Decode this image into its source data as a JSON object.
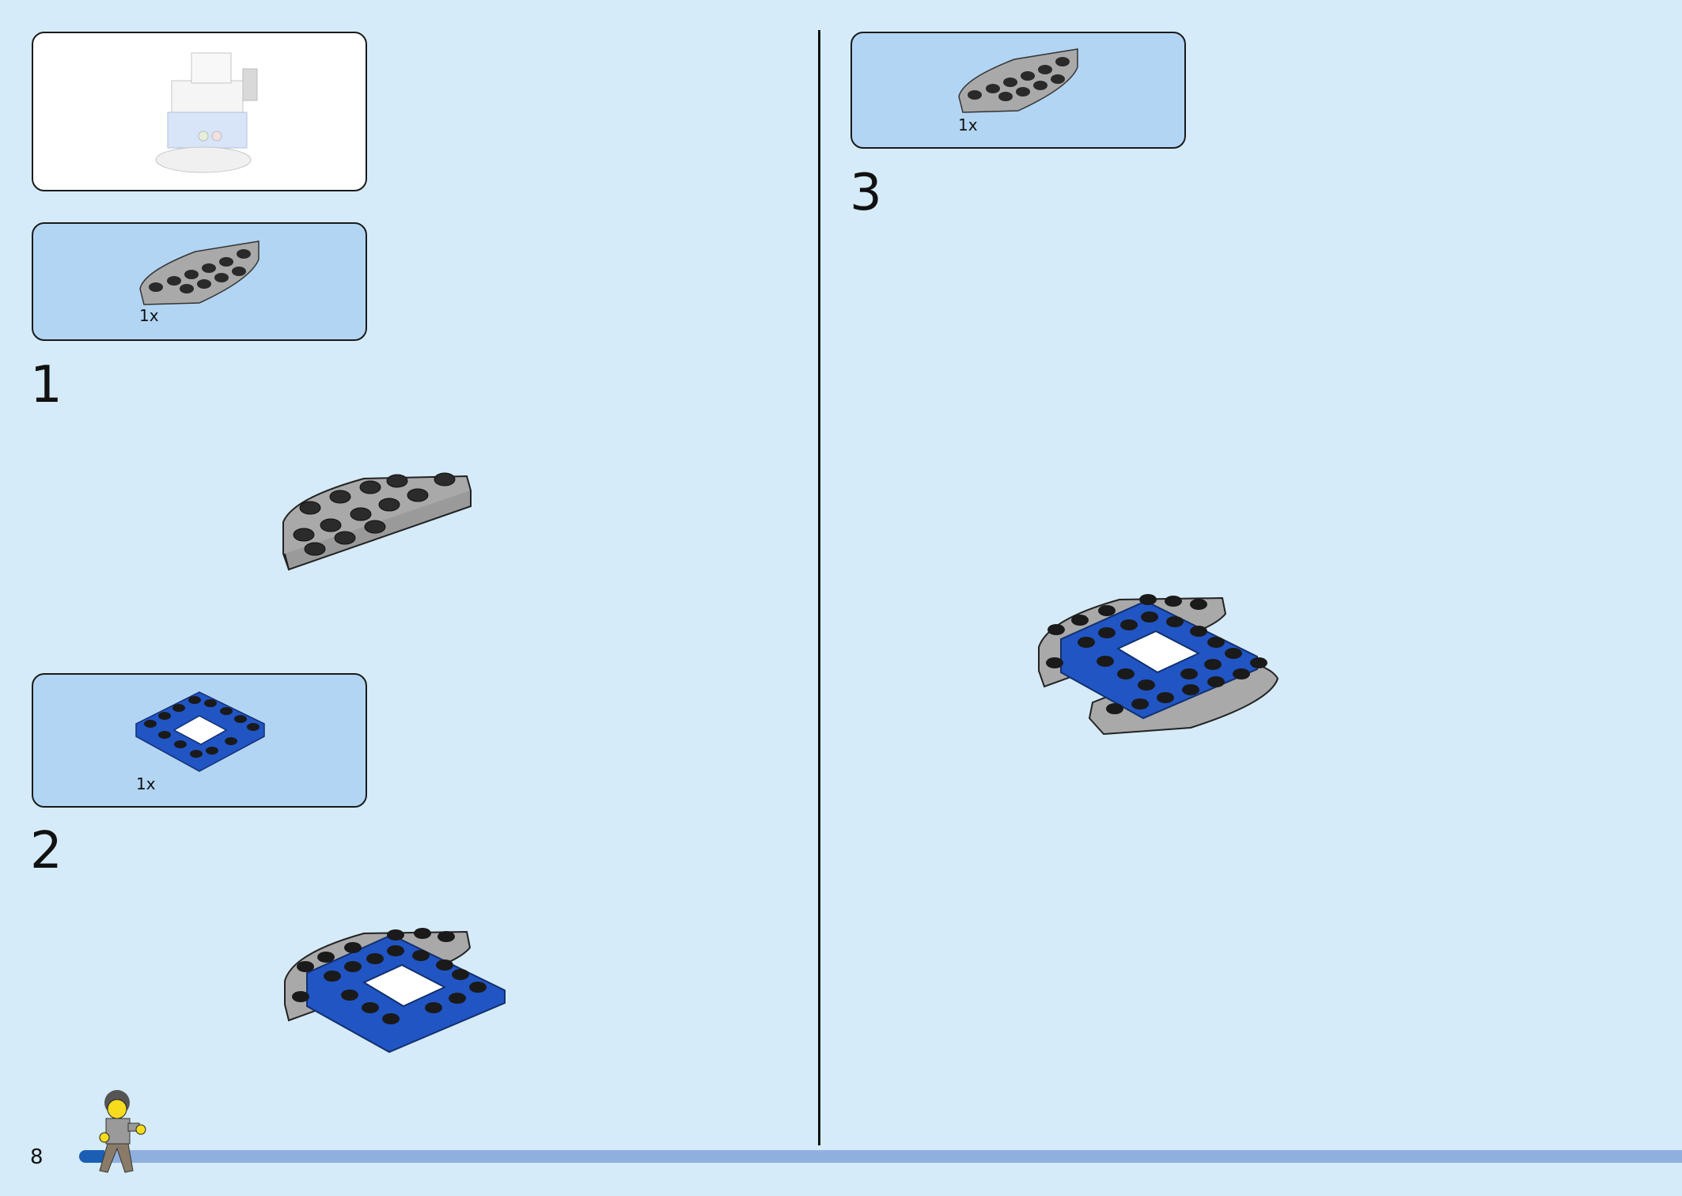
{
  "page": {
    "number": "8",
    "progress": 0.08
  },
  "overview": {
    "icon": "completed-model-preview"
  },
  "steps": [
    {
      "number": "1",
      "parts": [
        {
          "qty": "1x",
          "part": "gray-half-round-plate"
        }
      ]
    },
    {
      "number": "2",
      "parts": [
        {
          "qty": "1x",
          "part": "blue-square-frame-plate"
        }
      ]
    },
    {
      "number": "3",
      "parts": [
        {
          "qty": "1x",
          "part": "gray-half-round-plate"
        }
      ]
    }
  ],
  "colors": {
    "background": "#d5ebf9",
    "callout": "#b2d5f3",
    "gray_brick": "#a9a9a9",
    "blue_brick": "#2155c4",
    "progress_fill": "#1a5fb4",
    "progress_track": "#8fb0df"
  }
}
